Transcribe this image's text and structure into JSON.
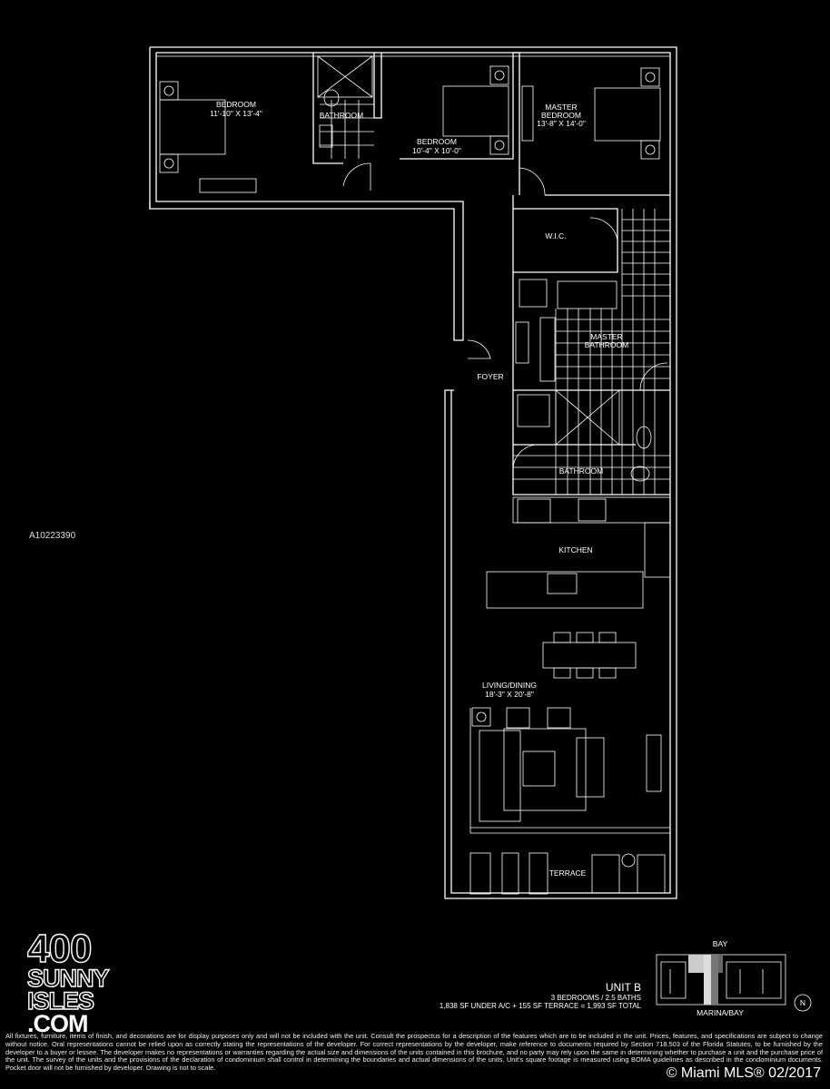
{
  "rooms": {
    "bedroom_2": {
      "name": "BEDROOM",
      "size": "11'-10\" X 13'-4\""
    },
    "bathroom_1": {
      "name": "BATHROOM"
    },
    "bedroom_3": {
      "name": "BEDROOM",
      "size": "10'-4\" X 10'-0\""
    },
    "master_bedroom": {
      "name1": "MASTER",
      "name2": "BEDROOM",
      "size": "13'-8\" X 14'-0\""
    },
    "wic": {
      "name": "W.I.C."
    },
    "master_bathroom": {
      "name1": "MASTER",
      "name2": "BATHROOM"
    },
    "foyer": {
      "name": "FOYER"
    },
    "bathroom_2": {
      "name": "BATHROOM"
    },
    "kitchen": {
      "name": "KITCHEN"
    },
    "living_dining": {
      "name": "LIVING/DINING",
      "size": "18'-3\" X 20'-8\""
    },
    "terrace": {
      "name": "TERRACE"
    }
  },
  "watermark": "A10223390",
  "logo": {
    "line1": "400",
    "line2": "SUNNY",
    "line3": "ISLES",
    "line4": ".COM"
  },
  "unit": {
    "title": "UNIT B",
    "rooms": "3 BEDROOMS / 2.5 BATHS",
    "area": "1,838 SF UNDER A/C + 155 SF TERRACE = 1,993 SF TOTAL"
  },
  "keyplan": {
    "top": "BAY",
    "bottom": "MARINA/BAY",
    "north": "N"
  },
  "disclaimer": "All fixtures, furniture, items of finish, and decorations are for display purposes only and will not be included with the unit. Consult the prospectus for a description of the features which are to be included in the unit. Prices, features, and specifications are subject to change without notice. Oral representations cannot be relied upon as correctly stating the representations of the developer. For correct representations by the developer, make reference to documents required by Section 718.503 of the Florida Statutes, to be furnished by the developer to a buyer or lessee. The developer makes no representations or warranties regarding the actual size and dimensions of the units contained in this brochure, and no party may rely upon the same in determining whether to purchase a unit and the purchase price of the unit. The survey of the units and the provisions of the declaration of condominium shall control in determining the boundaries and actual dimensions of the units. Unit's square footage is measured using BOMA guidelines as described in the condominium documents. Pocket door will not be furnished by developer. Drawing is not to scale.",
  "copyright": "© Miami MLS® 02/2017"
}
